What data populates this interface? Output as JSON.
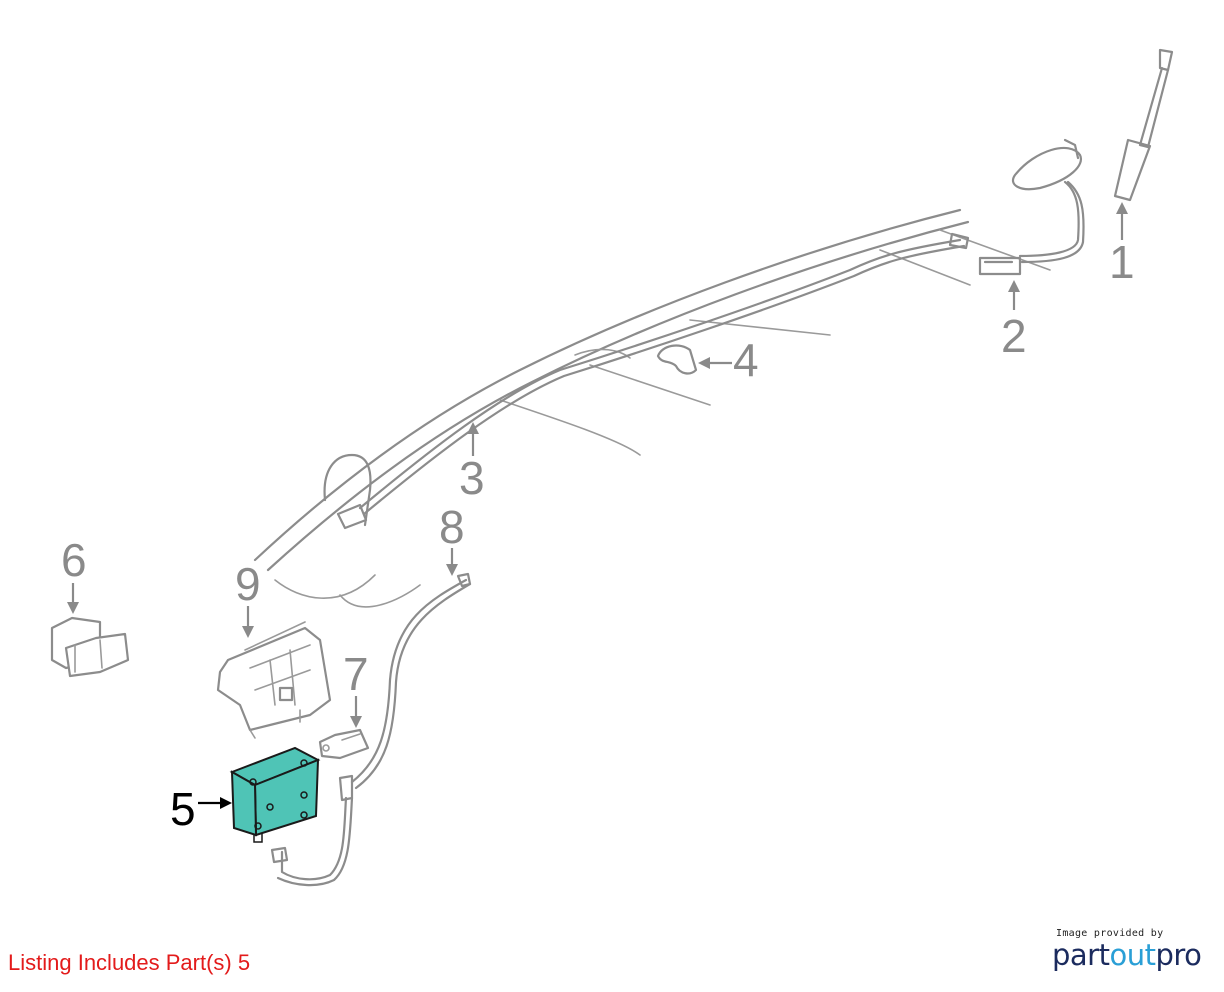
{
  "diagram": {
    "callouts": [
      {
        "id": "1",
        "label": "1",
        "highlighted": false
      },
      {
        "id": "2",
        "label": "2",
        "highlighted": false
      },
      {
        "id": "3",
        "label": "3",
        "highlighted": false
      },
      {
        "id": "4",
        "label": "4",
        "highlighted": false
      },
      {
        "id": "5",
        "label": "5",
        "highlighted": true
      },
      {
        "id": "6",
        "label": "6",
        "highlighted": false
      },
      {
        "id": "7",
        "label": "7",
        "highlighted": false
      },
      {
        "id": "8",
        "label": "8",
        "highlighted": false
      },
      {
        "id": "9",
        "label": "9",
        "highlighted": false
      }
    ],
    "highlight_color": "#4fc4b6",
    "line_color": "#8c8c8c"
  },
  "footer": {
    "listing_note": "Listing Includes Part(s) 5",
    "listing_note_color": "#e31b1b",
    "credit_small": "Image provided by",
    "credit_brand_a": "part",
    "credit_brand_b": "out",
    "credit_brand_c": "pro"
  }
}
